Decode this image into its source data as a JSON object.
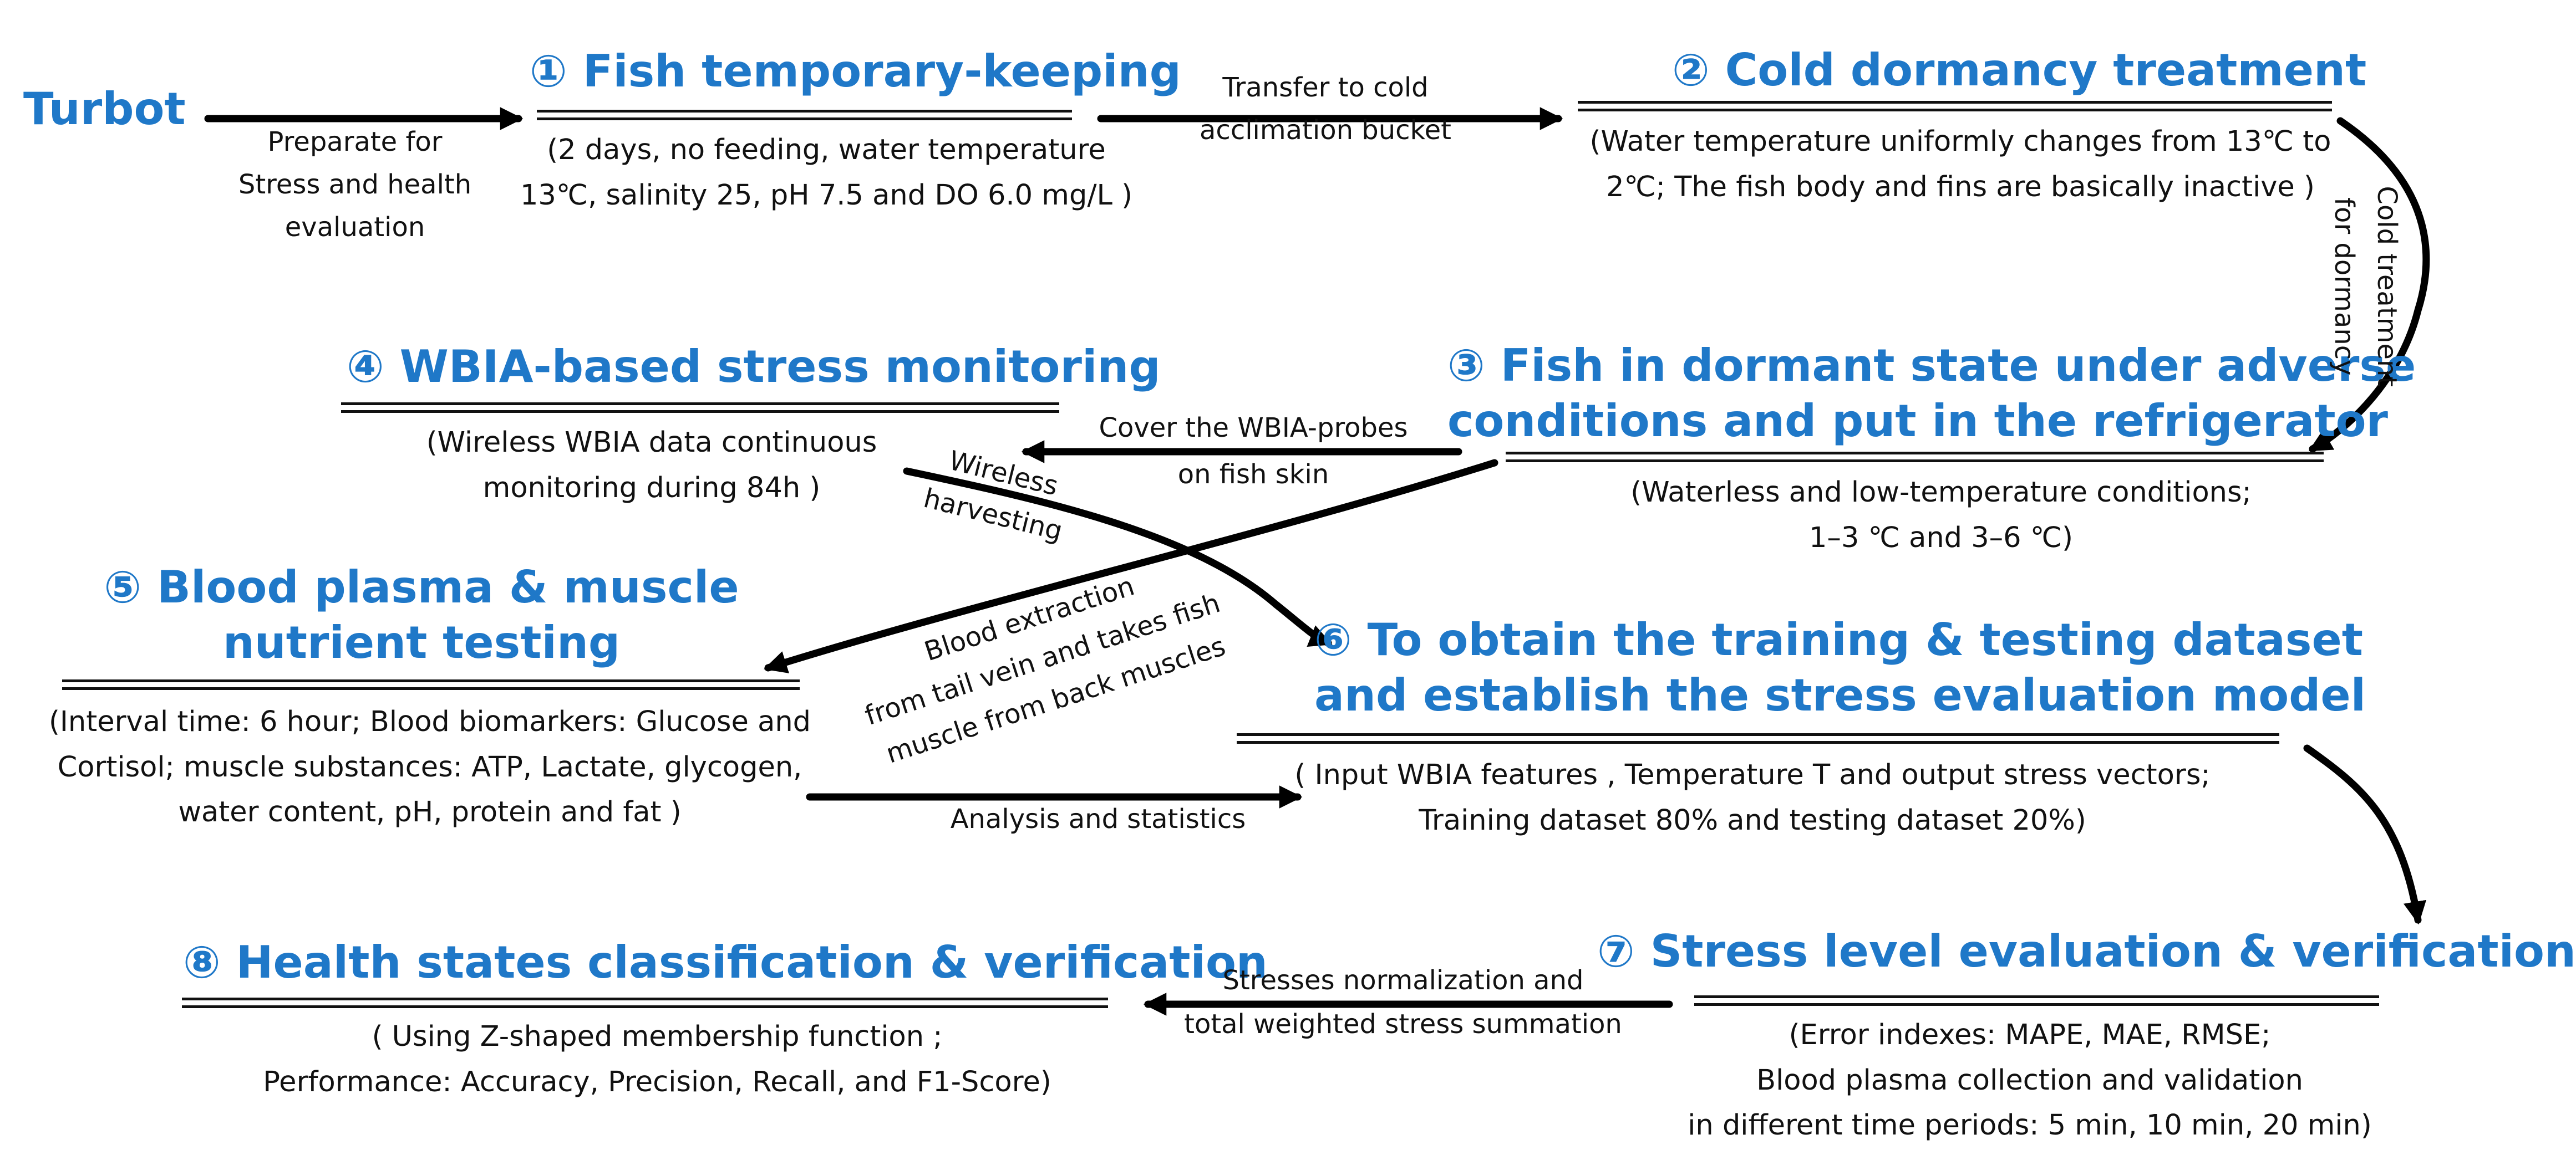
{
  "colors": {
    "title": "#1f78c8",
    "text": "#111111",
    "arrow": "#000000"
  },
  "start": {
    "label": "Turbot"
  },
  "steps": [
    {
      "title": "① Fish temporary-keeping",
      "desc": [
        "(2 days,  no feeding, water temperature",
        "13℃, salinity 25,  pH 7.5 and DO 6.0 mg/L )"
      ]
    },
    {
      "title": "② Cold dormancy treatment",
      "desc": [
        "(Water temperature uniformly changes from 13℃ to",
        "2℃; The fish body and fins are basically inactive )"
      ]
    },
    {
      "title": [
        "③ Fish in dormant state under adverse",
        "conditions and put in the refrigerator"
      ],
      "desc": [
        "(Waterless and low-temperature conditions;",
        "1–3 ℃ and  3–6 ℃)"
      ]
    },
    {
      "title": "④ WBIA-based stress monitoring",
      "desc": [
        "(Wireless WBIA data continuous",
        "monitoring during 84h )"
      ]
    },
    {
      "title": [
        "⑤ Blood plasma & muscle",
        "nutrient testing"
      ],
      "desc": [
        "(Interval time: 6 hour; Blood biomarkers: Glucose and",
        "Cortisol; muscle substances: ATP, Lactate, glycogen,",
        "water content, pH, protein and fat )"
      ]
    },
    {
      "title": [
        "⑥ To obtain the  training &  testing dataset",
        "and establish the stress evaluation model"
      ],
      "desc": [
        "( Input WBIA features , Temperature T and output stress vectors;",
        "Training dataset 80%  and  testing dataset 20%)"
      ]
    },
    {
      "title": "⑦ Stress level evaluation & verification",
      "desc": [
        "(Error indexes: MAPE, MAE, RMSE;",
        "Blood plasma collection and validation",
        "in different time periods: 5 min, 10 min, 20 min)"
      ]
    },
    {
      "title": "⑧ Health states classification & verification",
      "desc": [
        "( Using Z-shaped membership function ;",
        "Performance: Accuracy, Precision, Recall, and F1-Score)"
      ]
    }
  ],
  "arrow_labels": {
    "prepare": [
      "Preparate for",
      "Stress and health",
      "evaluation"
    ],
    "transfer": [
      "Transfer to cold",
      "acclimation bucket"
    ],
    "cold": [
      "Cold treatment",
      "for dormancy"
    ],
    "cover": [
      "Cover the WBIA-probes",
      "on fish skin"
    ],
    "wireless": [
      "Wireless",
      "harvesting"
    ],
    "blood": [
      "Blood extraction",
      "from tail vein and takes fish",
      "muscle from back muscles"
    ],
    "analysis": "Analysis and statistics",
    "stresses": [
      "Stresses normalization and",
      "total weighted stress summation"
    ]
  }
}
